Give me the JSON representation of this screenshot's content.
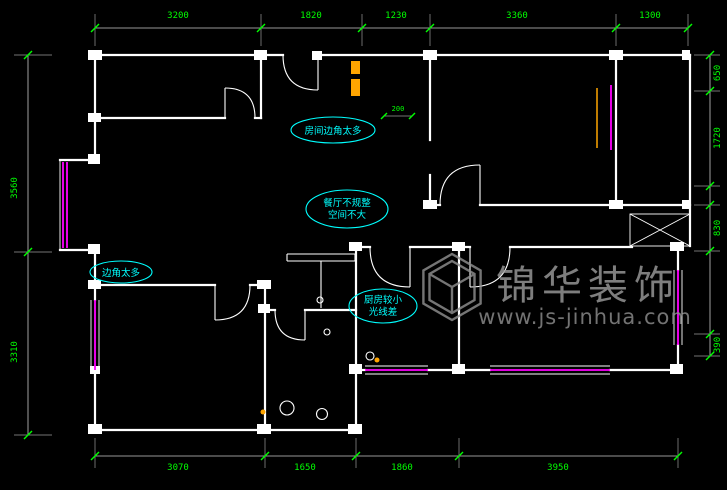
{
  "canvas": {
    "background": "#000000"
  },
  "colors": {
    "wall": "#ffffff",
    "dimension_text": "#00ff00",
    "annotation": "#00ffff",
    "window": "#ff00ff",
    "accent": "#ffa500",
    "watermark": "#8f8f8f"
  },
  "dimensions": {
    "top": [
      "3200",
      "1820",
      "1230",
      "3360",
      "1300"
    ],
    "bottom": [
      "3070",
      "1650",
      "1860",
      "3950"
    ],
    "left": [
      "3560",
      "3310"
    ],
    "right": [
      "650",
      "1720",
      "830",
      "390"
    ],
    "inline": "200"
  },
  "annotations": [
    {
      "lines": [
        "房间边角太多"
      ]
    },
    {
      "lines": [
        "餐厅不规整",
        "空间不大"
      ]
    },
    {
      "lines": [
        "边角太多"
      ]
    },
    {
      "lines": [
        "厨房较小",
        "光线差"
      ]
    }
  ],
  "watermark": {
    "brand": "锦华装饰",
    "url": "www.js-jinhua.com"
  }
}
